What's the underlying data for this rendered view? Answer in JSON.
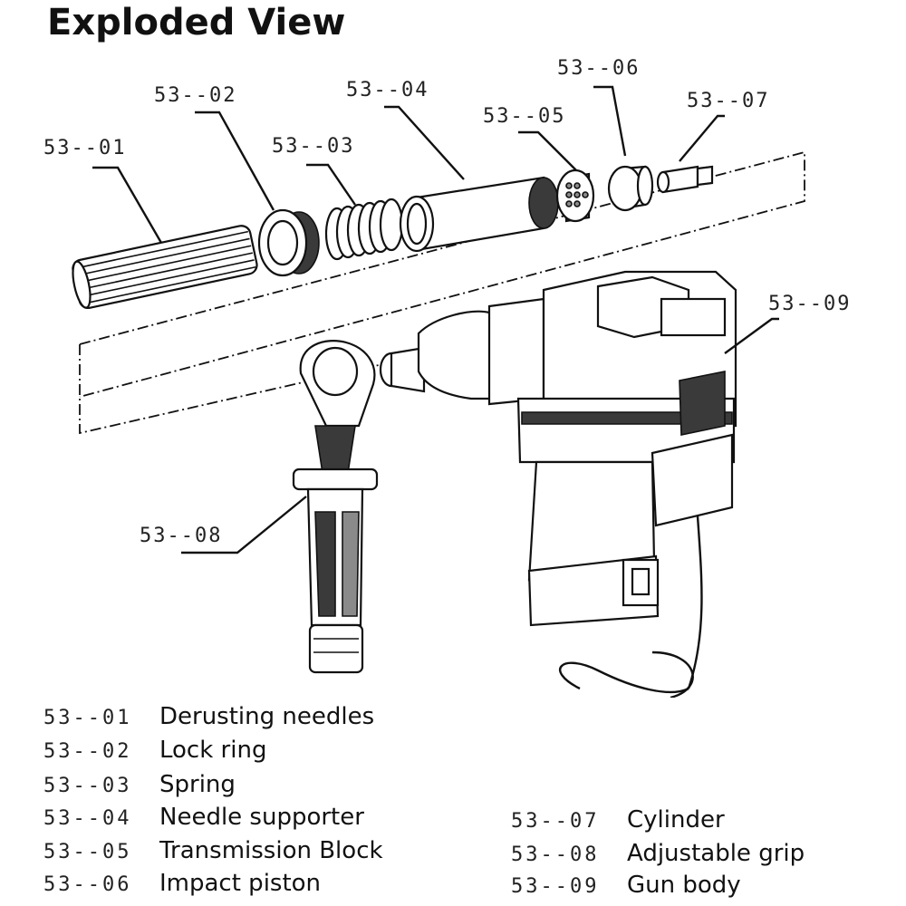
{
  "title": "Exploded View",
  "parts": [
    {
      "code": "53--01",
      "name": "Derusting needles"
    },
    {
      "code": "53--02",
      "name": "Lock ring"
    },
    {
      "code": "53--03",
      "name": "Spring"
    },
    {
      "code": "53--04",
      "name": "Needle supporter"
    },
    {
      "code": "53--05",
      "name": "Transmission Block"
    },
    {
      "code": "53--06",
      "name": "Impact piston"
    },
    {
      "code": "53--07",
      "name": "Cylinder"
    },
    {
      "code": "53--08",
      "name": "Adjustable grip"
    },
    {
      "code": "53--09",
      "name": "Gun body"
    }
  ]
}
